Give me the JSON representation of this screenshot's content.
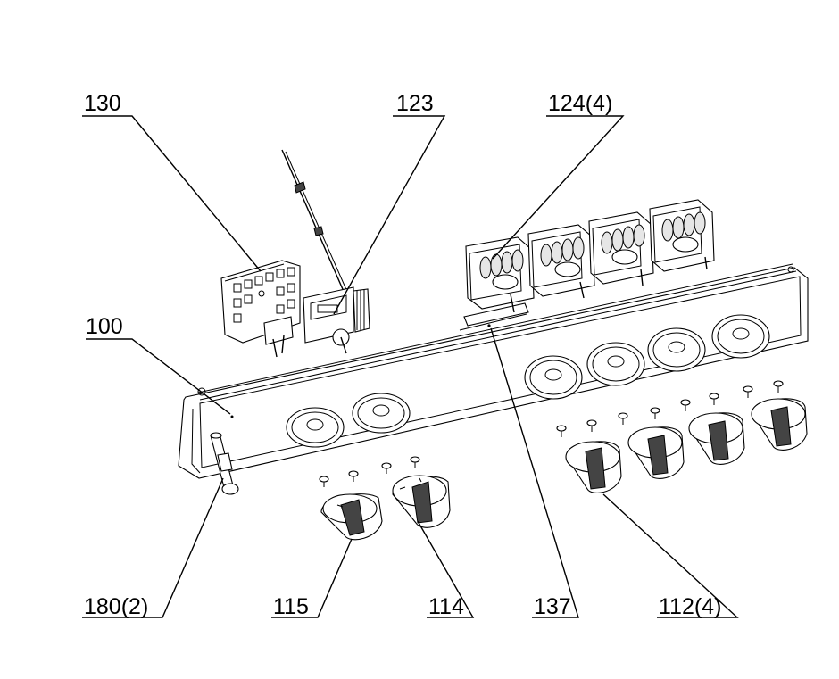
{
  "labels": {
    "panel": "100",
    "switch_block": "130",
    "thermostat": "123",
    "gas_taps": "124(4)",
    "end_caps": "180(2)",
    "knob_thermostat": "115",
    "knob_selector": "114",
    "bracket": "137",
    "knobs_burner": "112(4)"
  }
}
